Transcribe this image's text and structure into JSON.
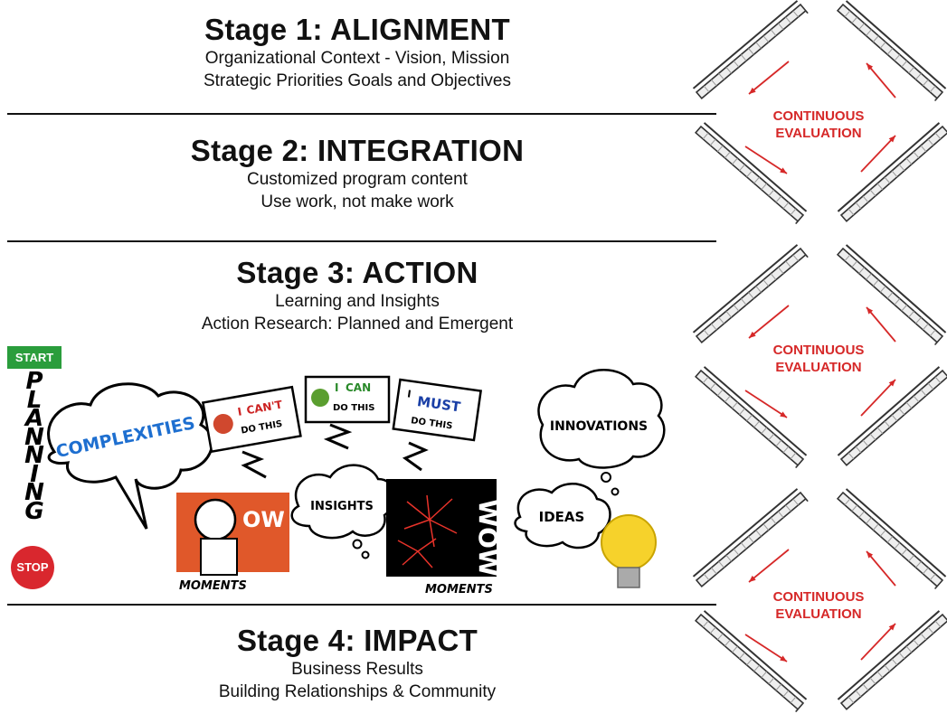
{
  "stages": [
    {
      "title": "Stage 1: ALIGNMENT",
      "lines": [
        "Organizational Context  - Vision, Mission",
        "Strategic Priorities Goals and Objectives"
      ]
    },
    {
      "title": "Stage 2: INTEGRATION",
      "lines": [
        "Customized program content",
        "Use work, not make work"
      ]
    },
    {
      "title": "Stage 3: ACTION",
      "lines": [
        "Learning and Insights",
        "Action Research: Planned and Emergent"
      ]
    },
    {
      "title": "Stage 4: IMPACT",
      "lines": [
        "Business Results",
        "Building Relationships & Community"
      ]
    }
  ],
  "planning": {
    "start": "START",
    "stop": "STOP",
    "letters": [
      "P",
      "L",
      "A",
      "N",
      "N",
      "I",
      "N",
      "G"
    ]
  },
  "bubbles": {
    "complexities": "COMPLEXITIES",
    "cant_1": "I",
    "cant_2": "CAN'T",
    "cant_3": "DO THIS",
    "can_1": "I",
    "can_2": "CAN",
    "can_3": "DO THIS",
    "must_1": "I",
    "must_2": "MUST",
    "must_3": "DO THIS",
    "insights": "INSIGHTS",
    "innovations": "INNOVATIONS",
    "ideas": "IDEAS",
    "ow": "OW",
    "wow": "WOW",
    "moments_1": "MOMENTS",
    "moments_2": "MOMENTS"
  },
  "evaluation": {
    "line1": "CONTINUOUS",
    "line2": "EVALUATION"
  },
  "colors": {
    "accent_red": "#d62828",
    "start_green": "#2a9d3c",
    "stop_red": "#d9272e"
  }
}
